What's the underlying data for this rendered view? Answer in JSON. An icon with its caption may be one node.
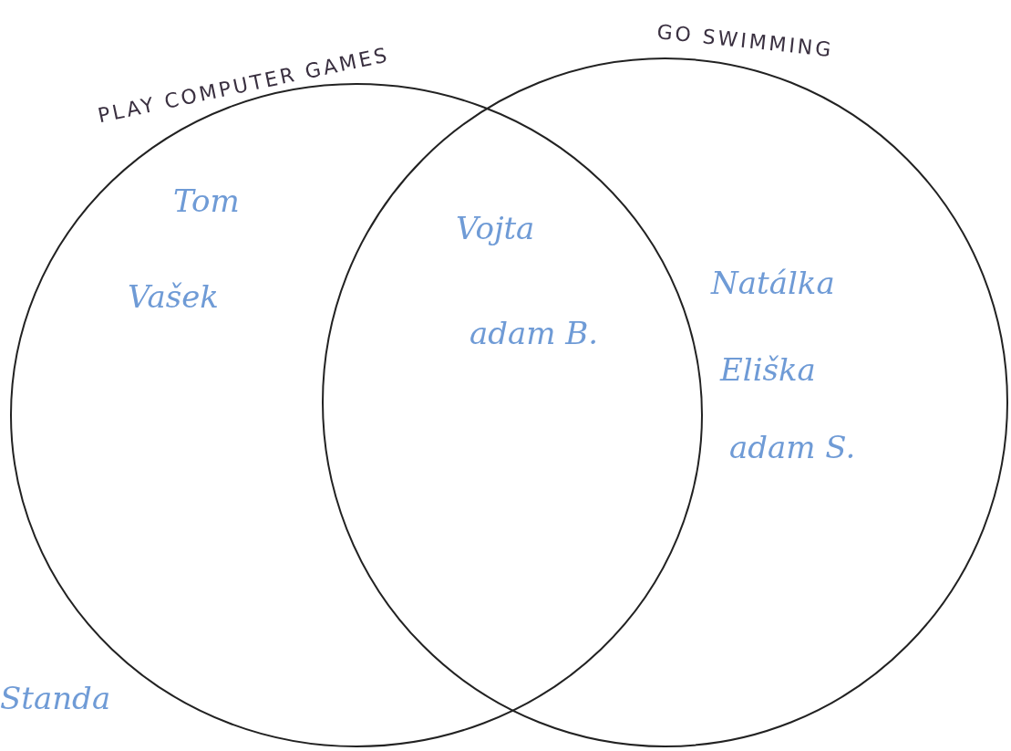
{
  "diagram": {
    "nodes": [
      {
        "text": [
          "PLAY COMPUTER GAMES"
        ]
      },
      {
        "text": [
          "GO SWIMMING"
        ]
      }
    ],
    "labels": [
      "Tom",
      "Vašek",
      "Vojta",
      "adam B.",
      "Natálka",
      "Eliška",
      "adam S.",
      "Standa"
    ]
  }
}
